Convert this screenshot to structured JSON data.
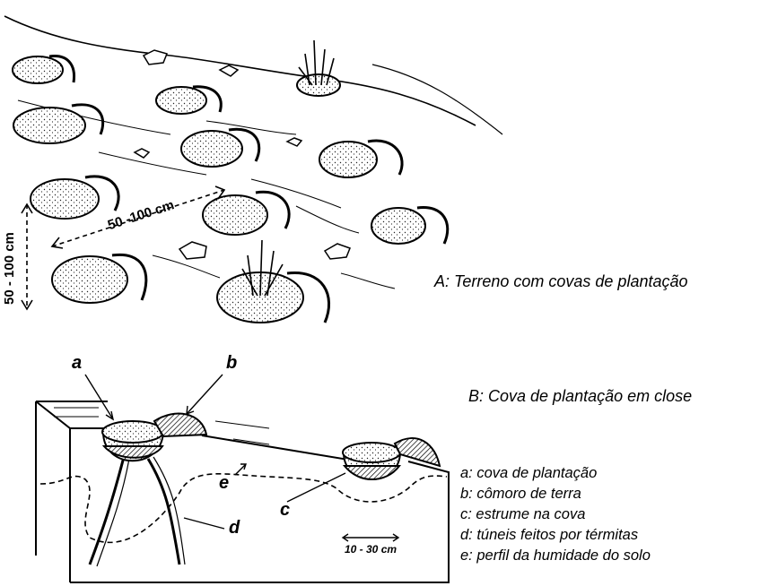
{
  "captions": {
    "a": "A: Terreno com covas de plantação",
    "b": "B: Cova de plantação em close"
  },
  "dimensions": {
    "horizontal": "50 -100 cm",
    "vertical": "50 - 100 cm",
    "pit_width": "10 - 30 cm"
  },
  "labels": [
    "a",
    "b",
    "c",
    "d",
    "e"
  ],
  "legend": [
    "a: cova de plantação",
    "b: cômoro de terra",
    "c: estrume na cova",
    "d: túneis feitos por térmitas",
    "e: perfil da humidade do solo"
  ]
}
